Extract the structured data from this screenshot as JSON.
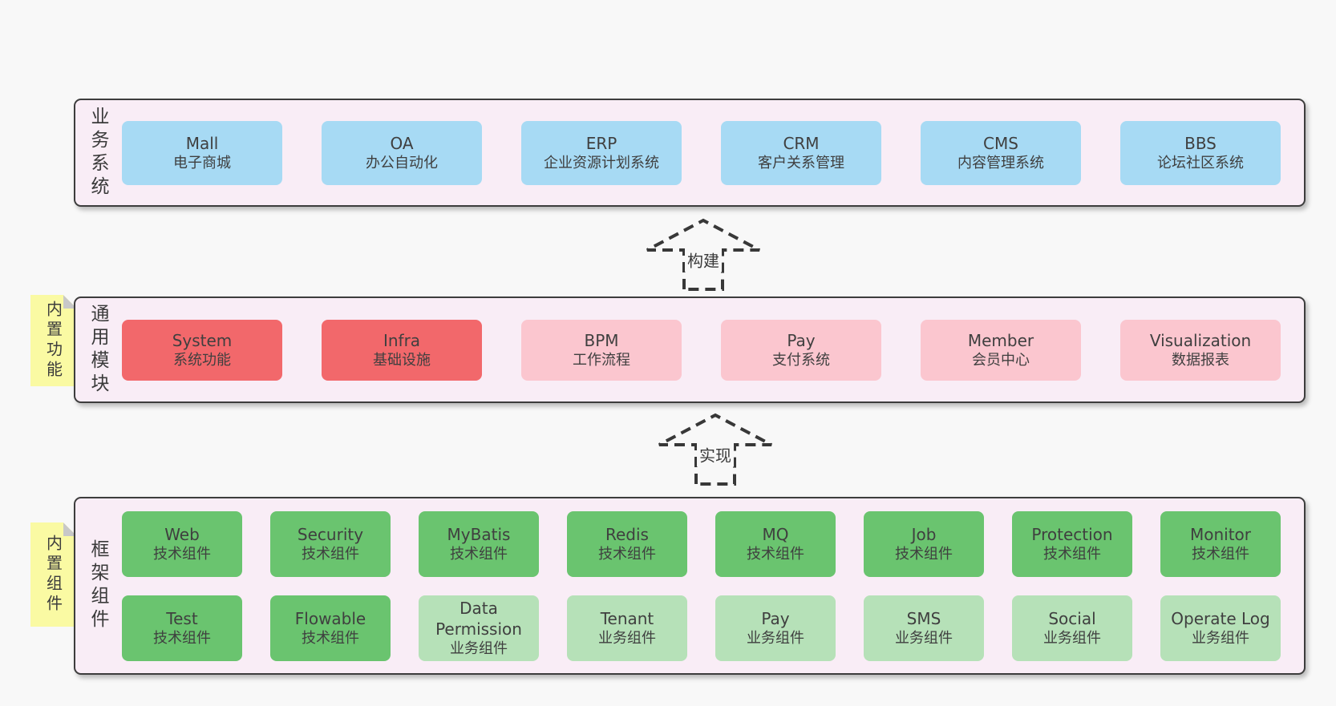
{
  "colors": {
    "page_bg": "#f8f8f8",
    "panel_bg": "#f9edf6",
    "panel_border": "#3d3d3d",
    "blue": "#a7daf4",
    "red": "#f2686b",
    "pink": "#fbc6cf",
    "green": "#6ac46f",
    "green_light": "#b6e1b8",
    "sticky_bg": "#fafaa3",
    "sticky_fold": "#c8c8c8",
    "text": "#3f3f3f"
  },
  "arrows": [
    {
      "label": "构建"
    },
    {
      "label": "实现"
    }
  ],
  "layers": {
    "business": {
      "label": "业务系统",
      "items": [
        {
          "name": "Mall",
          "subtitle": "电子商城",
          "variant": "blue"
        },
        {
          "name": "OA",
          "subtitle": "办公自动化",
          "variant": "blue"
        },
        {
          "name": "ERP",
          "subtitle": "企业资源计划系统",
          "variant": "blue"
        },
        {
          "name": "CRM",
          "subtitle": "客户关系管理",
          "variant": "blue"
        },
        {
          "name": "CMS",
          "subtitle": "内容管理系统",
          "variant": "blue"
        },
        {
          "name": "BBS",
          "subtitle": "论坛社区系统",
          "variant": "blue"
        }
      ]
    },
    "modules": {
      "label": "通用模块",
      "sticky": "内置功能",
      "items": [
        {
          "name": "System",
          "subtitle": "系统功能",
          "variant": "red"
        },
        {
          "name": "Infra",
          "subtitle": "基础设施",
          "variant": "red"
        },
        {
          "name": "BPM",
          "subtitle": "工作流程",
          "variant": "pink"
        },
        {
          "name": "Pay",
          "subtitle": "支付系统",
          "variant": "pink"
        },
        {
          "name": "Member",
          "subtitle": "会员中心",
          "variant": "pink"
        },
        {
          "name": "Visualization",
          "subtitle": "数据报表",
          "variant": "pink"
        }
      ]
    },
    "components": {
      "label": "框架组件",
      "sticky": "内置组件",
      "rows": [
        [
          {
            "name": "Web",
            "subtitle": "技术组件",
            "variant": "green"
          },
          {
            "name": "Security",
            "subtitle": "技术组件",
            "variant": "green"
          },
          {
            "name": "MyBatis",
            "subtitle": "技术组件",
            "variant": "green"
          },
          {
            "name": "Redis",
            "subtitle": "技术组件",
            "variant": "green"
          },
          {
            "name": "MQ",
            "subtitle": "技术组件",
            "variant": "green"
          },
          {
            "name": "Job",
            "subtitle": "技术组件",
            "variant": "green"
          },
          {
            "name": "Protection",
            "subtitle": "技术组件",
            "variant": "green"
          },
          {
            "name": "Monitor",
            "subtitle": "技术组件",
            "variant": "green"
          }
        ],
        [
          {
            "name": "Test",
            "subtitle": "技术组件",
            "variant": "green"
          },
          {
            "name": "Flowable",
            "subtitle": "技术组件",
            "variant": "green"
          },
          {
            "name": "Data Permission",
            "subtitle": "业务组件",
            "variant": "green-light"
          },
          {
            "name": "Tenant",
            "subtitle": "业务组件",
            "variant": "green-light"
          },
          {
            "name": "Pay",
            "subtitle": "业务组件",
            "variant": "green-light"
          },
          {
            "name": "SMS",
            "subtitle": "业务组件",
            "variant": "green-light"
          },
          {
            "name": "Social",
            "subtitle": "业务组件",
            "variant": "green-light"
          },
          {
            "name": "Operate Log",
            "subtitle": "业务组件",
            "variant": "green-light"
          }
        ]
      ]
    }
  }
}
